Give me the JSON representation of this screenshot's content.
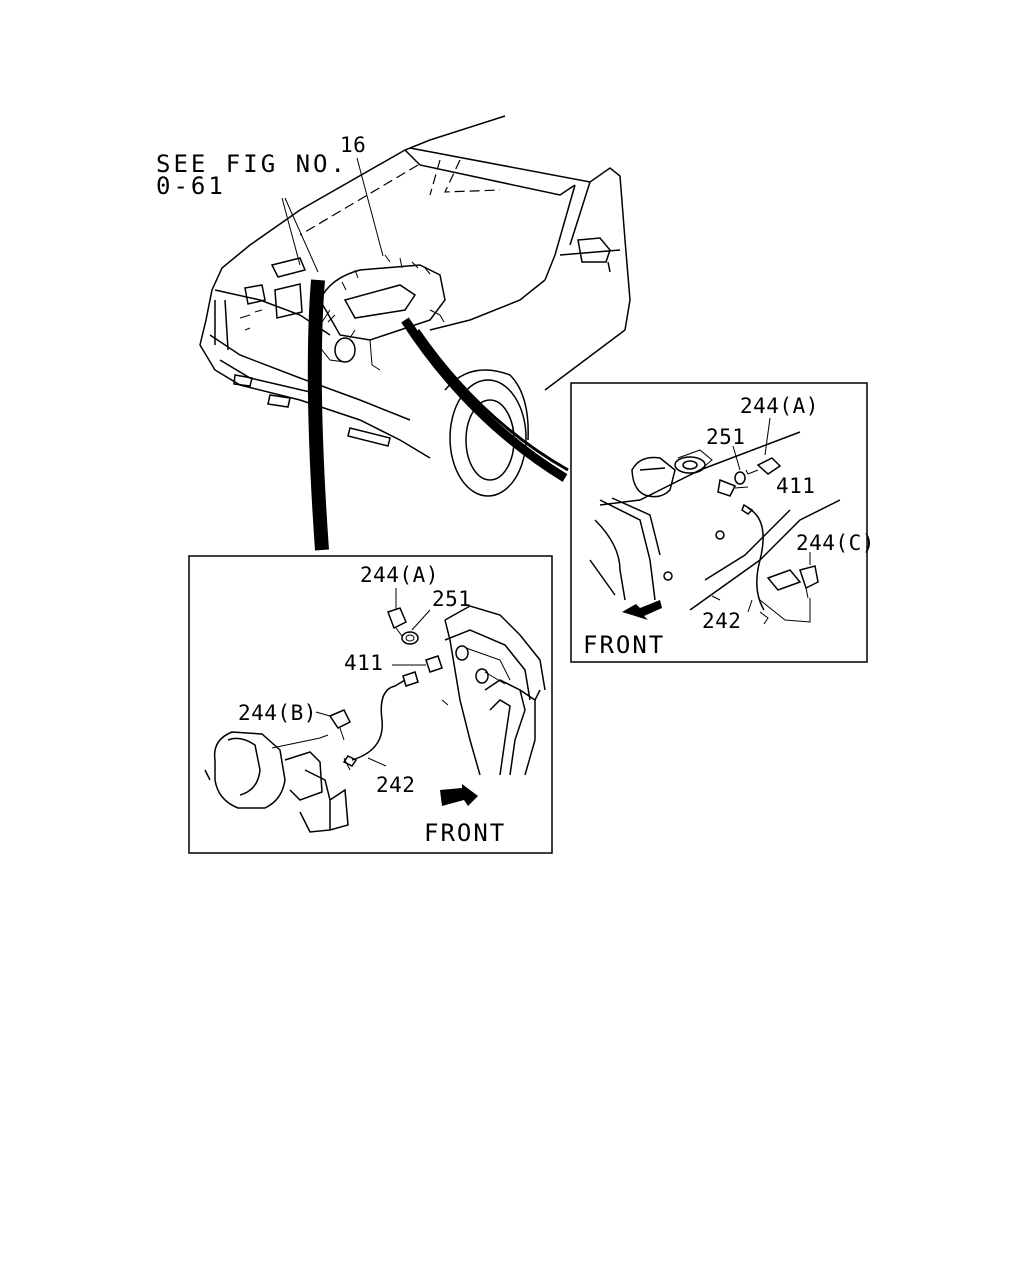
{
  "see_fig": {
    "line1": "SEE FIG NO.",
    "line2": "0-61"
  },
  "overview": {
    "harness_label": "16"
  },
  "detail_right": {
    "labels": {
      "bolt_a": "244(A)",
      "washer": "251",
      "terminal": "411",
      "bolt_c": "244(C)",
      "cable": "242"
    },
    "front_label": "FRONT"
  },
  "detail_left": {
    "labels": {
      "bolt_a": "244(A)",
      "washer": "251",
      "terminal": "411",
      "bolt_b": "244(B)",
      "cable": "242"
    },
    "front_label": "FRONT"
  }
}
